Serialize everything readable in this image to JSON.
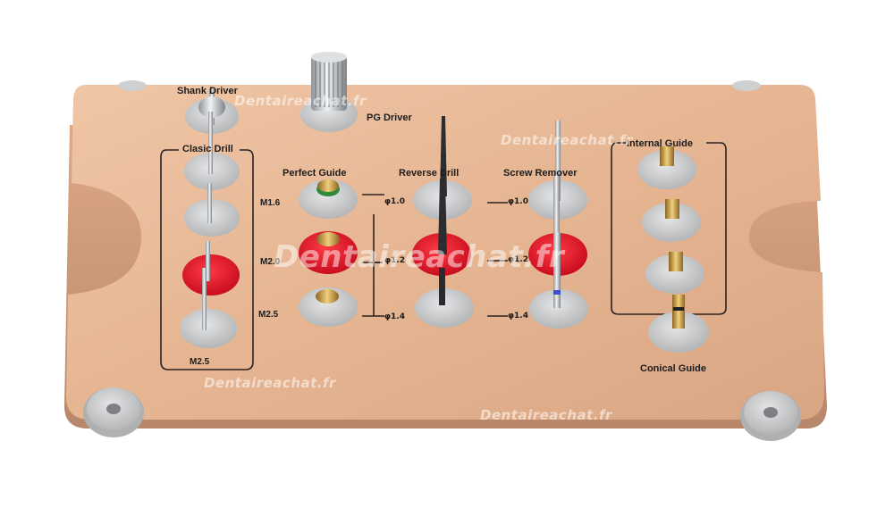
{
  "labels": {
    "shank_driver": "Shank Driver",
    "pg_driver": "PG Driver",
    "classic_drill": "Clasic Drill",
    "perfect_guide": "Perfect Guide",
    "reverse_drill": "Reverse Drill",
    "screw_remover": "Screw Remover",
    "internal_guide": "Internal Guide",
    "conical_guide": "Conical Guide"
  },
  "sizes": {
    "m16": "M1.6",
    "m20": "M2.0",
    "m25": "M2.5",
    "m25_bottom": "M2.5"
  },
  "diameters": {
    "d10": "φ1.0",
    "d12": "φ1.2",
    "d14": "φ1.4"
  },
  "watermarks": [
    "Dentaireachat.fr",
    "Dentaireachat.fr",
    "Dentaireachat.fr",
    "Dentaireachat.fr",
    "Dentaireachat.fr"
  ],
  "colors": {
    "tray": "#e7b895",
    "silicone_grey": "#c9cbcc",
    "silicone_red": "#e3132a",
    "brass": "#c99a3a"
  }
}
